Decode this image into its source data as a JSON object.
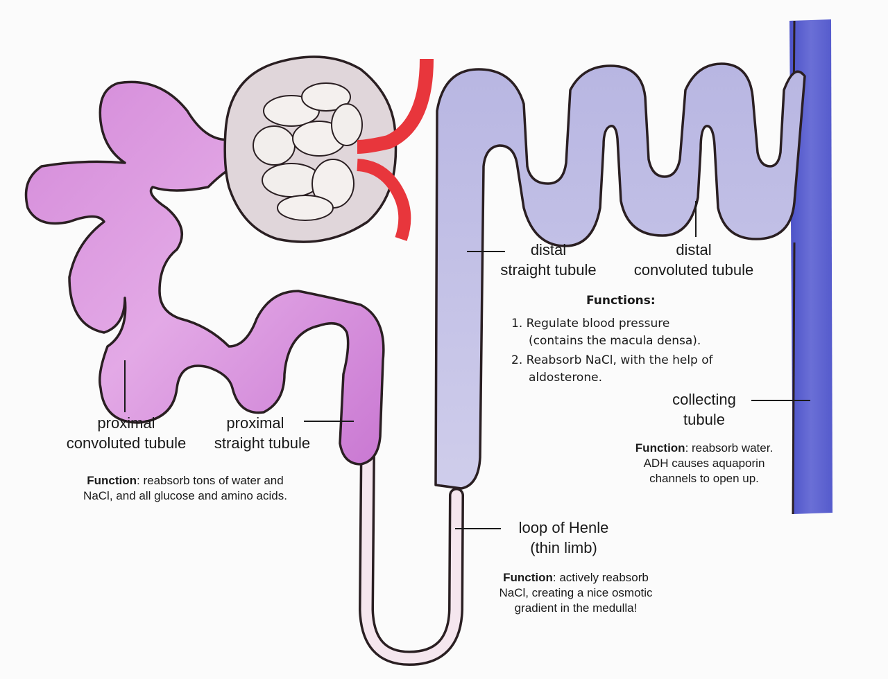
{
  "colors": {
    "proximal": "#c56fd0",
    "proximal_light": "#e8b6ec",
    "distal": "#a8a7d8",
    "distal_light": "#d9d8f0",
    "collecting": "#5a5fcf",
    "loop": "#f4e4ec",
    "vessel": "#e8363c",
    "capsule": "#ddd4d8",
    "outline": "#2a1f22"
  },
  "labels": {
    "pct": {
      "line1": "proximal",
      "line2": "convoluted tubule"
    },
    "pst": {
      "line1": "proximal",
      "line2": "straight tubule"
    },
    "dst": {
      "line1": "distal",
      "line2": "straight tubule"
    },
    "dct": {
      "line1": "distal",
      "line2": "convoluted tubule"
    },
    "ct": {
      "line1": "collecting",
      "line2": "tubule"
    },
    "loop": {
      "line1": "loop of Henle",
      "line2": "(thin limb)"
    }
  },
  "functions": {
    "proximal": {
      "heading": "Function",
      "line1_rest": ": reabsorb tons of water and",
      "line2": "NaCl, and all glucose and amino acids."
    },
    "distal": {
      "heading": "Functions:",
      "items": [
        {
          "line1": "1. Regulate blood pressure",
          "line2": "(contains the macula densa)."
        },
        {
          "line1": "2. Reabsorb NaCl, with the help of",
          "line2": "aldosterone."
        }
      ]
    },
    "collecting": {
      "heading": "Function",
      "line1_rest": ": reabsorb water.",
      "line2": "ADH causes aquaporin",
      "line3": "channels to open up."
    },
    "loop": {
      "heading": "Function",
      "line1_rest": ": actively reabsorb",
      "line2": "NaCl, creating a nice osmotic",
      "line3": "gradient in the medulla!"
    }
  }
}
